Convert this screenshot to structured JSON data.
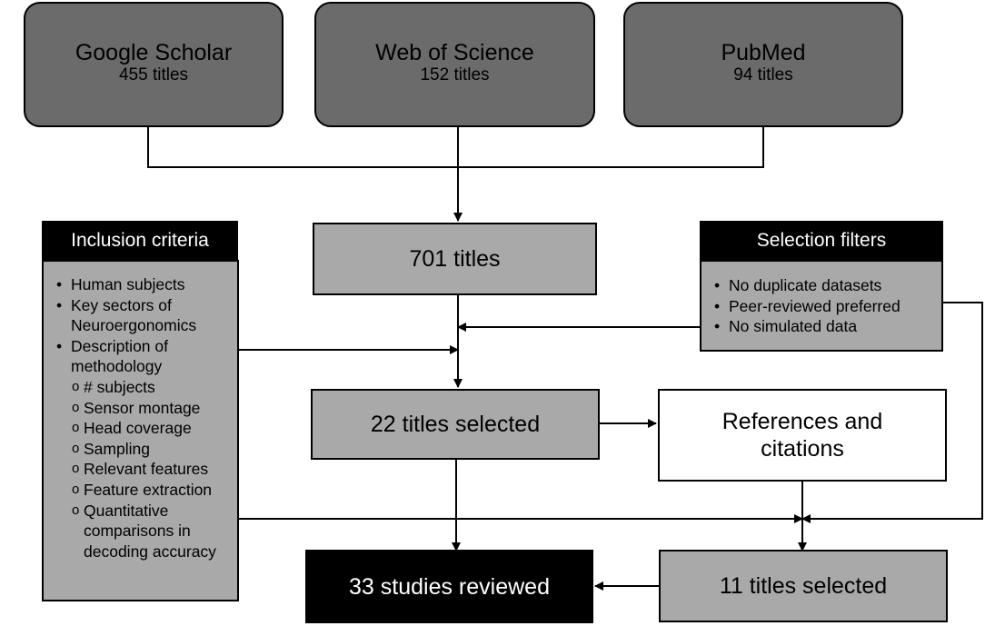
{
  "sources": [
    {
      "name": "Google Scholar",
      "count": "455 titles"
    },
    {
      "name": "Web of Science",
      "count": "152 titles"
    },
    {
      "name": "PubMed",
      "count": "94 titles"
    }
  ],
  "merged": "701 titles",
  "selected": "22 titles selected",
  "references": "References and citations",
  "selected_refs": "11 titles selected",
  "final": "33 studies reviewed",
  "inclusion": {
    "title": "Inclusion criteria",
    "items": [
      "Human subjects",
      "Key sectors of Neuroergonomics",
      "Description of methodology"
    ],
    "subitems": [
      "# subjects",
      "Sensor montage",
      "Head coverage",
      "Sampling",
      "Relevant features",
      "Feature extraction",
      "Quantitative comparisons in decoding accuracy"
    ]
  },
  "filters": {
    "title": "Selection filters",
    "items": [
      "No duplicate datasets",
      "Peer-reviewed preferred",
      "No simulated data"
    ]
  }
}
